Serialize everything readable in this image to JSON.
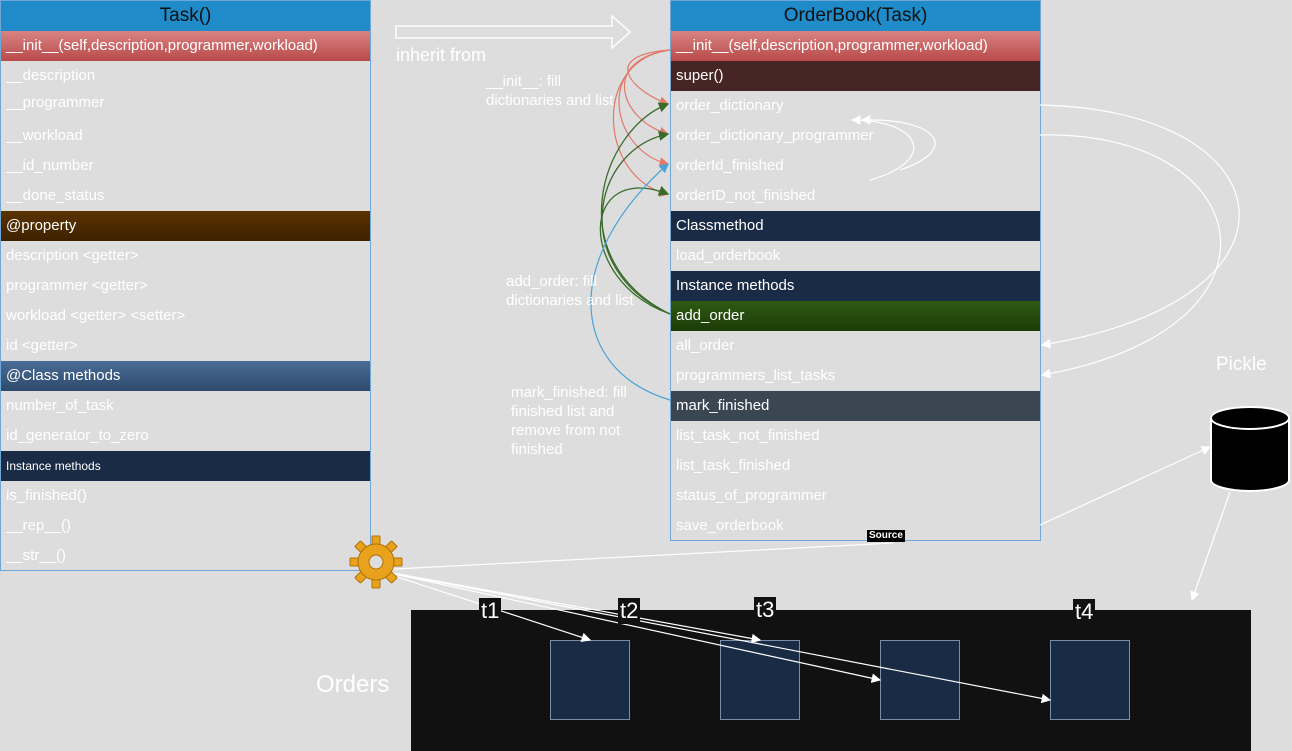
{
  "task_class": {
    "title": "Task()",
    "init": "__init__(self,description,programmer,workload)",
    "attrs": [
      "__description",
      "__programmer",
      "__workload",
      "__id_number",
      "__done_status"
    ],
    "property_header": "@property",
    "properties": [
      "description <getter>",
      "programmer <getter>",
      "workload <getter> <setter>",
      "id <getter>"
    ],
    "class_methods_header": "@Class methods",
    "class_methods": [
      "number_of_task",
      "id_generator_to_zero"
    ],
    "instance_methods_header": "Instance methods",
    "instance_methods": [
      "is_finished()",
      "__rep__()",
      "__str__()"
    ]
  },
  "orderbook_class": {
    "title": "OrderBook(Task)",
    "init": "__init__(self,description,programmer,workload)",
    "super": "super()",
    "attrs": [
      "order_dictionary",
      "order_dictionary_programmer",
      "orderId_finished",
      "orderID_not_finished"
    ],
    "classmethod_header": "Classmethod",
    "classmethods": [
      "load_orderbook"
    ],
    "instance_methods_header": "Instance methods",
    "add_order": "add_order",
    "methods_a": [
      "all_order",
      "programmers_list_tasks"
    ],
    "mark_finished": "mark_finished",
    "methods_b": [
      "list_task_not_finished",
      "list_task_finished",
      "status_of_programmer",
      "save_orderbook"
    ],
    "source_badge": "Source"
  },
  "labels": {
    "inherit": "inherit from",
    "init_note": "__init__: fill\ndictionaries and list",
    "add_note": "add_order: fill\ndictionaries and list",
    "mark_note": "mark_finished: fill\nfinished list and\nremove from not\nfinished",
    "pickle": "Pickle",
    "orders": "Orders"
  },
  "tasks": [
    "t1",
    "t2",
    "t3",
    "t4"
  ],
  "colors": {
    "header": "#1f8bc9",
    "init": "#c96060",
    "green_arrow": "#3a6b2a",
    "red_arrow": "#e07a6a",
    "blue_arrow": "#4aa3d8"
  },
  "icons": [
    "gear-icon",
    "database-icon",
    "arrow-right-icon"
  ]
}
